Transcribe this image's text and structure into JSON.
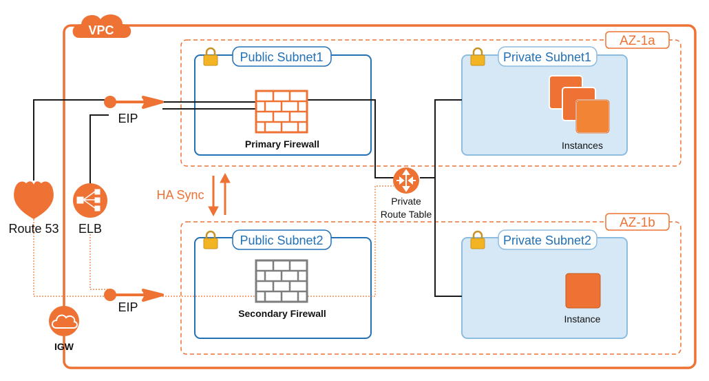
{
  "vpc": {
    "label": "VPC"
  },
  "zones": [
    {
      "label": "AZ-1a"
    },
    {
      "label": "AZ-1b"
    }
  ],
  "public_subnets": [
    {
      "label": "Public Subnet1",
      "firewall": "Primary Firewall"
    },
    {
      "label": "Public Subnet2",
      "firewall": "Secondary Firewall"
    }
  ],
  "private_subnets": [
    {
      "label": "Private Subnet1",
      "workload": "Instances"
    },
    {
      "label": "Private Subnet2",
      "workload": "Instance"
    }
  ],
  "eip": {
    "top": "EIP",
    "bottom": "EIP"
  },
  "ha_sync": "HA Sync",
  "route_table": {
    "line1": "Private",
    "line2": "Route Table"
  },
  "route53": "Route 53",
  "elb": "ELB",
  "igw": "IGW",
  "colors": {
    "orange": "#ee7233",
    "blue": "#2270b5",
    "light_blue_fill": "#d6e8f6",
    "gray_firewall": "#7d7d7d",
    "line": "#1a1a1a"
  }
}
